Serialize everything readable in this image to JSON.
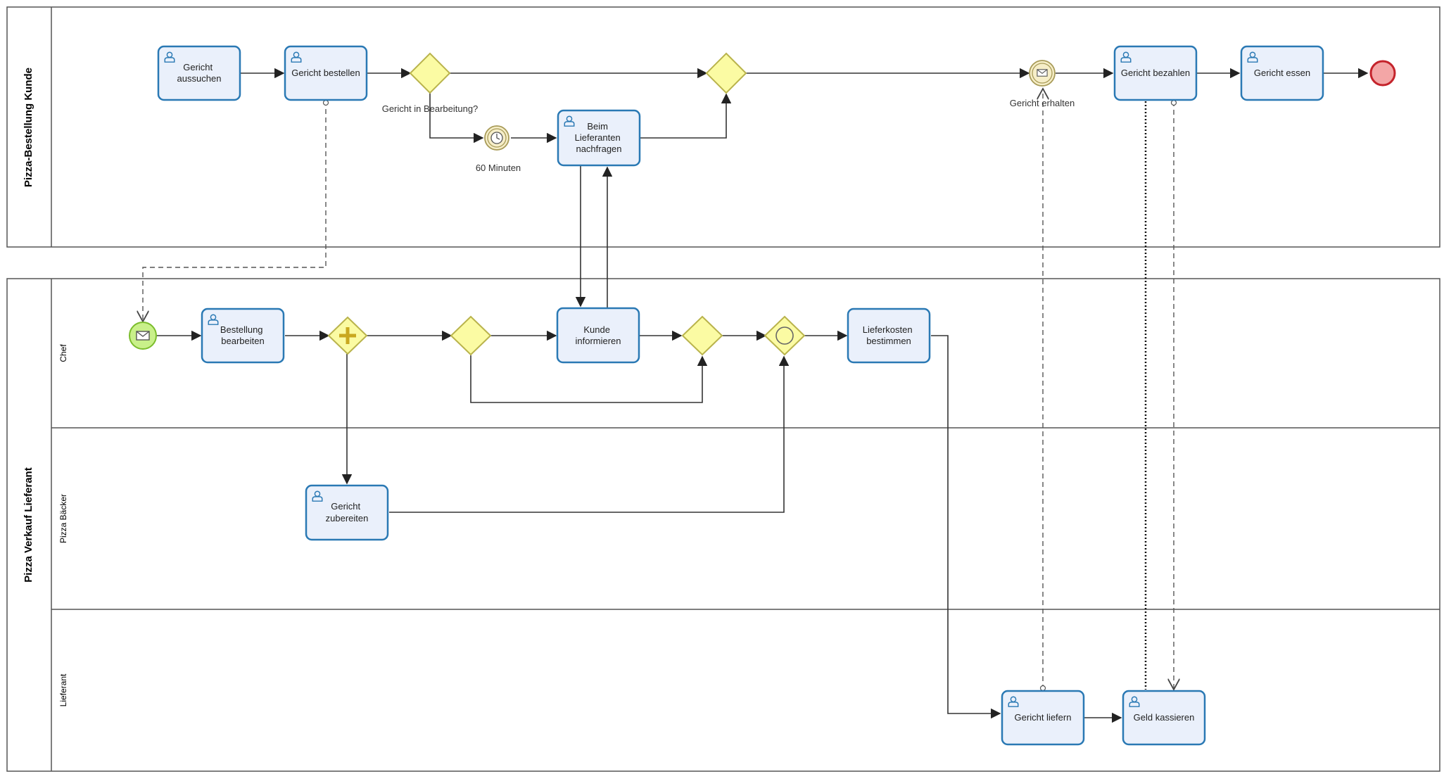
{
  "pools": {
    "customer": {
      "label": "Pizza-Bestellung Kunde"
    },
    "supplier": {
      "label": "Pizza Verkauf Lieferant",
      "lanes": {
        "chef": "Chef",
        "baker": "Pizza Bäcker",
        "delivery": "Lieferant"
      }
    }
  },
  "tasks": {
    "gericht_aussuchen": [
      "Gericht",
      "aussuchen"
    ],
    "gericht_bestellen": [
      "Gericht bestellen"
    ],
    "beim_lieferanten": [
      "Beim",
      "Lieferanten",
      "nachfragen"
    ],
    "gericht_bezahlen": [
      "Gericht bezahlen"
    ],
    "gericht_essen": [
      "Gericht essen"
    ],
    "bestellung_bearbeiten": [
      "Bestellung",
      "bearbeiten"
    ],
    "kunde_informieren": [
      "Kunde",
      "informieren"
    ],
    "lieferkosten_bestimmen": [
      "Lieferkosten",
      "bestimmen"
    ],
    "gericht_zubereiten": [
      "Gericht",
      "zubereiten"
    ],
    "gericht_liefern": [
      "Gericht liefern"
    ],
    "geld_kassieren": [
      "Geld kassieren"
    ]
  },
  "labels": {
    "gateway_question": "Gericht in Bearbeitung?",
    "timer": "60 Minuten",
    "message_received": "Gericht erhalten"
  },
  "colors": {
    "task_fill": "#eaf0fb",
    "task_border": "#2a79b4",
    "gateway_fill": "#fbfba3",
    "gateway_border": "#b9b34c",
    "start_fill": "#c9f08a",
    "end_fill": "#f3a6a6",
    "end_border": "#c4232b"
  }
}
